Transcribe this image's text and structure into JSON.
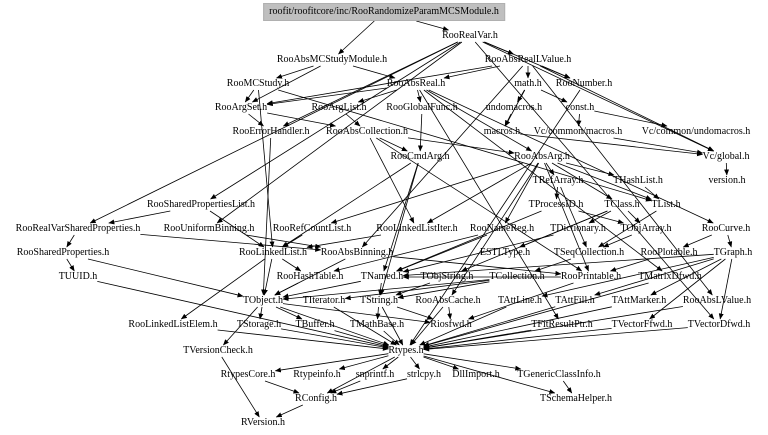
{
  "graph": {
    "root": "roofit/roofitcore/inc/RooRandomizeParamMCSModule.h",
    "nodes": [
      {
        "id": "root",
        "label": "roofit/roofitcore/inc/RooRandomizeParamMCSModule.h"
      },
      {
        "id": "RooRealVar",
        "label": "RooRealVar.h"
      },
      {
        "id": "RooAbsMCStudyModule",
        "label": "RooAbsMCStudyModule.h"
      },
      {
        "id": "RooAbsRealLValue",
        "label": "RooAbsRealLValue.h"
      },
      {
        "id": "RooMCStudy",
        "label": "RooMCStudy.h"
      },
      {
        "id": "RooAbsReal",
        "label": "RooAbsReal.h"
      },
      {
        "id": "math",
        "label": "math.h"
      },
      {
        "id": "RooNumber",
        "label": "RooNumber.h"
      },
      {
        "id": "RooArgSet",
        "label": "RooArgSet.h"
      },
      {
        "id": "RooArgList",
        "label": "RooArgList.h"
      },
      {
        "id": "RooGlobalFunc",
        "label": "RooGlobalFunc.h"
      },
      {
        "id": "undomacros",
        "label": "undomacros.h"
      },
      {
        "id": "const",
        "label": "const.h"
      },
      {
        "id": "RooErrorHandler",
        "label": "RooErrorHandler.h"
      },
      {
        "id": "RooAbsCollection",
        "label": "RooAbsCollection.h"
      },
      {
        "id": "macros",
        "label": "macros.h"
      },
      {
        "id": "VcMacros",
        "label": "Vc/common/macros.h"
      },
      {
        "id": "VcUndomacros",
        "label": "Vc/common/undomacros.h"
      },
      {
        "id": "RooCmdArg",
        "label": "RooCmdArg.h"
      },
      {
        "id": "RooAbsArg",
        "label": "RooAbsArg.h"
      },
      {
        "id": "VcGlobal",
        "label": "Vc/global.h"
      },
      {
        "id": "TRefArray",
        "label": "TRefArray.h"
      },
      {
        "id": "THashList",
        "label": "THashList.h"
      },
      {
        "id": "version",
        "label": "version.h"
      },
      {
        "id": "RooSharedPropertiesList",
        "label": "RooSharedPropertiesList.h"
      },
      {
        "id": "TProcessID",
        "label": "TProcessID.h"
      },
      {
        "id": "TClass",
        "label": "TClass.h"
      },
      {
        "id": "TList",
        "label": "TList.h"
      },
      {
        "id": "RooRealVarSharedProperties",
        "label": "RooRealVarSharedProperties.h"
      },
      {
        "id": "RooUniformBinning",
        "label": "RooUniformBinning.h"
      },
      {
        "id": "RooRefCountList",
        "label": "RooRefCountList.h"
      },
      {
        "id": "RooLinkedListIter",
        "label": "RooLinkedListIter.h"
      },
      {
        "id": "RooNameReg",
        "label": "RooNameReg.h"
      },
      {
        "id": "TDictionary",
        "label": "TDictionary.h"
      },
      {
        "id": "TObjArray",
        "label": "TObjArray.h"
      },
      {
        "id": "RooCurve",
        "label": "RooCurve.h"
      },
      {
        "id": "RooSharedProperties",
        "label": "RooSharedProperties.h"
      },
      {
        "id": "RooLinkedList",
        "label": "RooLinkedList.h"
      },
      {
        "id": "RooAbsBinning",
        "label": "RooAbsBinning.h"
      },
      {
        "id": "ESTLType",
        "label": "ESTLType.h"
      },
      {
        "id": "TSeqCollection",
        "label": "TSeqCollection.h"
      },
      {
        "id": "RooPlotable",
        "label": "RooPlotable.h"
      },
      {
        "id": "TGraph",
        "label": "TGraph.h"
      },
      {
        "id": "TUUID",
        "label": "TUUID.h"
      },
      {
        "id": "RooHashTable",
        "label": "RooHashTable.h"
      },
      {
        "id": "TNamed",
        "label": "TNamed.h"
      },
      {
        "id": "TObjString",
        "label": "TObjString.h"
      },
      {
        "id": "TCollection",
        "label": "TCollection.h"
      },
      {
        "id": "RooPrintable",
        "label": "RooPrintable.h"
      },
      {
        "id": "TMatrixDfwd",
        "label": "TMatrixDfwd.h"
      },
      {
        "id": "TObject",
        "label": "TObject.h"
      },
      {
        "id": "TIterator",
        "label": "TIterator.h"
      },
      {
        "id": "TString",
        "label": "TString.h"
      },
      {
        "id": "RooAbsCache",
        "label": "RooAbsCache.h"
      },
      {
        "id": "TAttLine",
        "label": "TAttLine.h"
      },
      {
        "id": "TAttFill",
        "label": "TAttFill.h"
      },
      {
        "id": "TAttMarker",
        "label": "TAttMarker.h"
      },
      {
        "id": "RooAbsLValue",
        "label": "RooAbsLValue.h"
      },
      {
        "id": "RooLinkedListElem",
        "label": "RooLinkedListElem.h"
      },
      {
        "id": "TStorage",
        "label": "TStorage.h"
      },
      {
        "id": "TBuffer",
        "label": "TBuffer.h"
      },
      {
        "id": "TMathBase",
        "label": "TMathBase.h"
      },
      {
        "id": "Riosfwd",
        "label": "Riosfwd.h"
      },
      {
        "id": "TFitResultPtr",
        "label": "TFitResultPtr.h"
      },
      {
        "id": "TVectorFfwd",
        "label": "TVectorFfwd.h"
      },
      {
        "id": "TVectorDfwd",
        "label": "TVectorDfwd.h"
      },
      {
        "id": "TVersionCheck",
        "label": "TVersionCheck.h"
      },
      {
        "id": "Rtypes",
        "label": "Rtypes.h"
      },
      {
        "id": "RtypesCore",
        "label": "RtypesCore.h"
      },
      {
        "id": "Rtypeinfo",
        "label": "Rtypeinfo.h"
      },
      {
        "id": "snprintf",
        "label": "snprintf.h"
      },
      {
        "id": "strlcpy",
        "label": "strlcpy.h"
      },
      {
        "id": "DllImport",
        "label": "DllImport.h"
      },
      {
        "id": "TGenericClassInfo",
        "label": "TGenericClassInfo.h"
      },
      {
        "id": "RConfig",
        "label": "RConfig.h"
      },
      {
        "id": "TSchemaHelper",
        "label": "TSchemaHelper.h"
      },
      {
        "id": "RVersion",
        "label": "RVersion.h"
      }
    ],
    "edges": [
      [
        "root",
        "RooRealVar"
      ],
      [
        "root",
        "RooAbsMCStudyModule"
      ],
      [
        "RooRealVar",
        "RooAbsRealLValue"
      ],
      [
        "RooRealVar",
        "RooNumber"
      ],
      [
        "RooRealVar",
        "RooSharedPropertiesList"
      ],
      [
        "RooRealVar",
        "RooRealVarSharedProperties"
      ],
      [
        "RooRealVar",
        "RooUniformBinning"
      ],
      [
        "RooRealVar",
        "RooErrorHandler"
      ],
      [
        "RooRealVar",
        "VcGlobal"
      ],
      [
        "RooRealVar",
        "TVectorDfwd"
      ],
      [
        "RooAbsMCStudyModule",
        "RooMCStudy"
      ],
      [
        "RooAbsMCStudyModule",
        "RooArgSet"
      ],
      [
        "RooAbsMCStudyModule",
        "RooAbsReal"
      ],
      [
        "RooAbsRealLValue",
        "math"
      ],
      [
        "RooAbsRealLValue",
        "RooAbsReal"
      ],
      [
        "RooAbsRealLValue",
        "RooNumber"
      ],
      [
        "RooAbsRealLValue",
        "RooAbsLValue"
      ],
      [
        "RooAbsRealLValue",
        "RooAbsBinning"
      ],
      [
        "RooAbsRealLValue",
        "RooArgSet"
      ],
      [
        "RooAbsRealLValue",
        "VcGlobal"
      ],
      [
        "RooMCStudy",
        "RooArgSet"
      ],
      [
        "RooMCStudy",
        "TList"
      ],
      [
        "RooMCStudy",
        "RooLinkedList"
      ],
      [
        "RooAbsReal",
        "RooArgSet"
      ],
      [
        "RooAbsReal",
        "RooArgList"
      ],
      [
        "RooAbsReal",
        "RooGlobalFunc"
      ],
      [
        "RooAbsReal",
        "RooAbsArg"
      ],
      [
        "RooAbsReal",
        "RooCurve"
      ],
      [
        "RooAbsReal",
        "TMatrixDfwd"
      ],
      [
        "RooAbsReal",
        "TFitResultPtr"
      ],
      [
        "math",
        "undomacros"
      ],
      [
        "math",
        "const"
      ],
      [
        "math",
        "macros"
      ],
      [
        "RooNumber",
        "Rtypes"
      ],
      [
        "RooArgSet",
        "RooErrorHandler"
      ],
      [
        "RooArgSet",
        "RooAbsCollection"
      ],
      [
        "RooArgList",
        "RooAbsCollection"
      ],
      [
        "RooGlobalFunc",
        "RooCmdArg"
      ],
      [
        "undomacros",
        "macros"
      ],
      [
        "const",
        "VcMacros"
      ],
      [
        "const",
        "VcUndomacros"
      ],
      [
        "macros",
        "VcGlobal"
      ],
      [
        "VcMacros",
        "VcGlobal"
      ],
      [
        "VcGlobal",
        "version"
      ],
      [
        "RooErrorHandler",
        "TObject"
      ],
      [
        "RooAbsCollection",
        "RooCmdArg"
      ],
      [
        "RooAbsCollection",
        "RooAbsArg"
      ],
      [
        "RooAbsCollection",
        "RooLinkedListIter"
      ],
      [
        "RooAbsCollection",
        "RooPrintable"
      ],
      [
        "RooCmdArg",
        "RooLinkedList"
      ],
      [
        "RooCmdArg",
        "TNamed"
      ],
      [
        "RooCmdArg",
        "TString"
      ],
      [
        "RooAbsArg",
        "TRefArray"
      ],
      [
        "RooAbsArg",
        "THashList"
      ],
      [
        "RooAbsArg",
        "TList"
      ],
      [
        "RooAbsArg",
        "RooRefCountList"
      ],
      [
        "RooAbsArg",
        "RooNameReg"
      ],
      [
        "RooAbsArg",
        "RooAbsCache"
      ],
      [
        "RooAbsArg",
        "RooLinkedListIter"
      ],
      [
        "RooAbsArg",
        "RooPrintable"
      ],
      [
        "RooAbsArg",
        "TClass"
      ],
      [
        "TRefArray",
        "TProcessID"
      ],
      [
        "TRefArray",
        "TSeqCollection"
      ],
      [
        "THashList",
        "TList"
      ],
      [
        "TProcessID",
        "TObjArray"
      ],
      [
        "TProcessID",
        "TNamed"
      ],
      [
        "TClass",
        "TDictionary"
      ],
      [
        "TClass",
        "TObjArray"
      ],
      [
        "TClass",
        "TObjString"
      ],
      [
        "TClass",
        "ESTLType"
      ],
      [
        "TList",
        "TSeqCollection"
      ],
      [
        "RooSharedPropertiesList",
        "RooRealVarSharedProperties"
      ],
      [
        "RooSharedPropertiesList",
        "RooLinkedList"
      ],
      [
        "RooRealVarSharedProperties",
        "RooSharedProperties"
      ],
      [
        "RooRealVarSharedProperties",
        "RooAbsBinning"
      ],
      [
        "RooSharedProperties",
        "TObject"
      ],
      [
        "RooSharedProperties",
        "TUUID"
      ],
      [
        "RooUniformBinning",
        "RooAbsBinning"
      ],
      [
        "RooRefCountList",
        "RooLinkedList"
      ],
      [
        "RooLinkedListIter",
        "RooLinkedList"
      ],
      [
        "RooNameReg",
        "TNamed"
      ],
      [
        "RooNameReg",
        "RooHashTable"
      ],
      [
        "TDictionary",
        "TNamed"
      ],
      [
        "TObjArray",
        "TSeqCollection"
      ],
      [
        "RooCurve",
        "TGraph"
      ],
      [
        "RooCurve",
        "RooPlotable"
      ],
      [
        "RooLinkedList",
        "TObject"
      ],
      [
        "RooLinkedList",
        "RooLinkedListElem"
      ],
      [
        "RooLinkedList",
        "RooHashTable"
      ],
      [
        "RooAbsBinning",
        "TObject"
      ],
      [
        "RooAbsBinning",
        "RooPrintable"
      ],
      [
        "TSeqCollection",
        "TCollection"
      ],
      [
        "RooPlotable",
        "RooPrintable"
      ],
      [
        "TGraph",
        "TNamed"
      ],
      [
        "TGraph",
        "TAttLine"
      ],
      [
        "TGraph",
        "TAttFill"
      ],
      [
        "TGraph",
        "TAttMarker"
      ],
      [
        "TGraph",
        "TVectorFfwd"
      ],
      [
        "TGraph",
        "TVectorDfwd"
      ],
      [
        "TUUID",
        "Rtypes"
      ],
      [
        "RooHashTable",
        "TObject"
      ],
      [
        "TNamed",
        "TObject"
      ],
      [
        "TNamed",
        "TString"
      ],
      [
        "TObjString",
        "TString"
      ],
      [
        "TCollection",
        "TObject"
      ],
      [
        "TCollection",
        "TIterator"
      ],
      [
        "TCollection",
        "TString"
      ],
      [
        "RooPrintable",
        "TNamed"
      ],
      [
        "RooPrintable",
        "Riosfwd"
      ],
      [
        "TMatrixDfwd",
        "Rtypes"
      ],
      [
        "TObject",
        "Rtypes"
      ],
      [
        "TObject",
        "TStorage"
      ],
      [
        "TObject",
        "TBuffer"
      ],
      [
        "TObject",
        "TVersionCheck"
      ],
      [
        "TObject",
        "Riosfwd"
      ],
      [
        "TIterator",
        "Rtypes"
      ],
      [
        "TString",
        "Rtypes"
      ],
      [
        "TString",
        "TMathBase"
      ],
      [
        "TString",
        "Riosfwd"
      ],
      [
        "RooAbsCache",
        "Rtypes"
      ],
      [
        "RooAbsCache",
        "Riosfwd"
      ],
      [
        "TAttLine",
        "Rtypes"
      ],
      [
        "TAttFill",
        "Rtypes"
      ],
      [
        "TAttMarker",
        "Rtypes"
      ],
      [
        "RooAbsLValue",
        "Rtypes"
      ],
      [
        "RooLinkedListElem",
        "Rtypes"
      ],
      [
        "TStorage",
        "Rtypes"
      ],
      [
        "TBuffer",
        "Rtypes"
      ],
      [
        "TMathBase",
        "Rtypes"
      ],
      [
        "TFitResultPtr",
        "Rtypes"
      ],
      [
        "TVectorFfwd",
        "Rtypes"
      ],
      [
        "TVectorDfwd",
        "Rtypes"
      ],
      [
        "TVersionCheck",
        "RVersion"
      ],
      [
        "Rtypes",
        "RtypesCore"
      ],
      [
        "Rtypes",
        "Rtypeinfo"
      ],
      [
        "Rtypes",
        "snprintf"
      ],
      [
        "Rtypes",
        "strlcpy"
      ],
      [
        "Rtypes",
        "DllImport"
      ],
      [
        "Rtypes",
        "TGenericClassInfo"
      ],
      [
        "Rtypes",
        "TSchemaHelper"
      ],
      [
        "Rtypes",
        "RConfig"
      ],
      [
        "RtypesCore",
        "RConfig"
      ],
      [
        "snprintf",
        "RConfig"
      ],
      [
        "strlcpy",
        "RConfig"
      ],
      [
        "TGenericClassInfo",
        "TSchemaHelper"
      ],
      [
        "RConfig",
        "RVersion"
      ]
    ]
  }
}
